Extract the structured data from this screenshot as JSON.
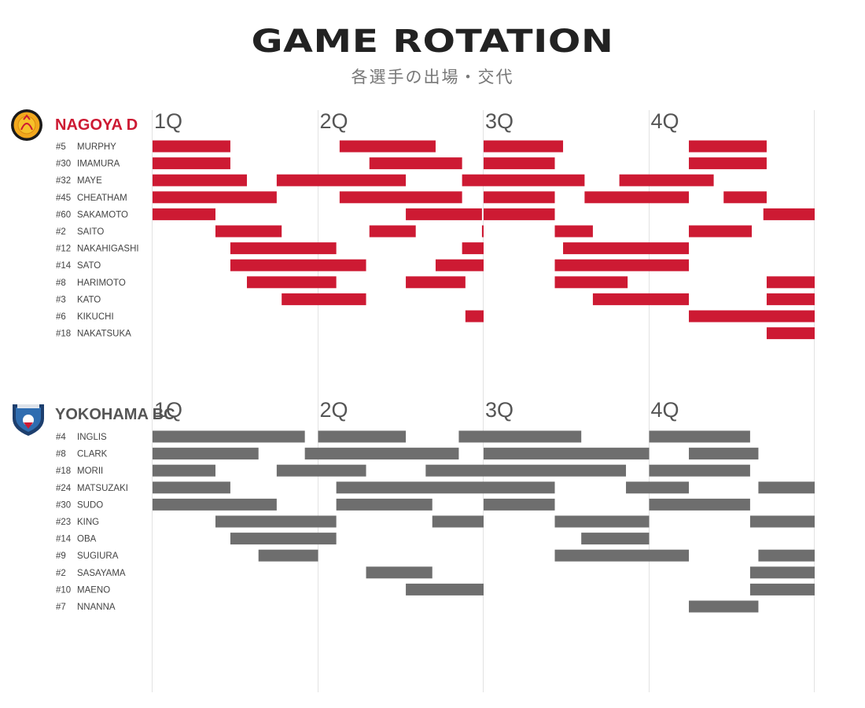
{
  "header": {
    "title": "GAME ROTATION",
    "subtitle": "各選手の出場・交代"
  },
  "colors": {
    "nagoya_bar": "#cd1a33",
    "yokohama_bar": "#6e6e6e",
    "team_name_nagoya": "#cd1a33",
    "team_name_yokohama": "#555555",
    "gridline": "#e2e2e2"
  },
  "icons": {
    "nagoya_logo": "nagoya-diamond-dolphins-logo",
    "yokohama_logo": "yokohama-b-corsairs-logo"
  },
  "chart_data": [
    {
      "type": "gantt",
      "team": "NAGOYA D",
      "x_unit": "game minutes",
      "xlim": [
        0,
        40
      ],
      "quarter_labels": [
        "1Q",
        "2Q",
        "3Q",
        "4Q"
      ],
      "quarter_starts": [
        0,
        10,
        20,
        30
      ],
      "grid": true,
      "players": [
        {
          "number": "#5",
          "name": "MURPHY",
          "stints": [
            [
              0,
              4.7
            ],
            [
              11.3,
              17.1
            ],
            [
              20.0,
              24.8
            ],
            [
              32.4,
              37.1
            ]
          ]
        },
        {
          "number": "#30",
          "name": "IMAMURA",
          "stints": [
            [
              0,
              4.7
            ],
            [
              13.1,
              18.7
            ],
            [
              20.0,
              24.3
            ],
            [
              32.4,
              37.1
            ]
          ]
        },
        {
          "number": "#32",
          "name": "MAYE",
          "stints": [
            [
              0,
              5.7
            ],
            [
              7.5,
              15.3
            ],
            [
              18.7,
              26.1
            ],
            [
              28.2,
              33.9
            ]
          ]
        },
        {
          "number": "#45",
          "name": "CHEATHAM",
          "stints": [
            [
              0,
              7.5
            ],
            [
              11.3,
              18.7
            ],
            [
              20.0,
              24.3
            ],
            [
              26.1,
              32.4
            ],
            [
              34.5,
              37.1
            ]
          ]
        },
        {
          "number": "#60",
          "name": "SAKAMOTO",
          "stints": [
            [
              0,
              3.8
            ],
            [
              15.3,
              19.9
            ],
            [
              20.0,
              24.3
            ],
            [
              36.9,
              40.0
            ]
          ]
        },
        {
          "number": "#2",
          "name": "SAITO",
          "stints": [
            [
              3.8,
              7.8
            ],
            [
              13.1,
              15.9
            ],
            [
              19.9,
              20.0
            ],
            [
              24.3,
              26.6
            ],
            [
              32.4,
              36.2
            ]
          ]
        },
        {
          "number": "#12",
          "name": "NAKAHIGASHI",
          "stints": [
            [
              4.7,
              11.1
            ],
            [
              18.7,
              20.0
            ],
            [
              24.8,
              32.4
            ]
          ]
        },
        {
          "number": "#14",
          "name": "SATO",
          "stints": [
            [
              4.7,
              12.9
            ],
            [
              17.1,
              20.0
            ],
            [
              24.3,
              32.4
            ]
          ]
        },
        {
          "number": "#8",
          "name": "HARIMOTO",
          "stints": [
            [
              5.7,
              11.1
            ],
            [
              15.3,
              18.9
            ],
            [
              24.3,
              28.7
            ],
            [
              37.1,
              40.0
            ]
          ]
        },
        {
          "number": "#3",
          "name": "KATO",
          "stints": [
            [
              7.8,
              12.9
            ],
            [
              26.6,
              32.4
            ],
            [
              37.1,
              40.0
            ]
          ]
        },
        {
          "number": "#6",
          "name": "KIKUCHI",
          "stints": [
            [
              18.9,
              20.0
            ],
            [
              32.4,
              40.0
            ]
          ]
        },
        {
          "number": "#18",
          "name": "NAKATSUKA",
          "stints": [
            [
              37.1,
              40.0
            ]
          ]
        }
      ]
    },
    {
      "type": "gantt",
      "team": "YOKOHAMA BC",
      "x_unit": "game minutes",
      "xlim": [
        0,
        40
      ],
      "quarter_labels": [
        "1Q",
        "2Q",
        "3Q",
        "4Q"
      ],
      "quarter_starts": [
        0,
        10,
        20,
        30
      ],
      "grid": true,
      "players": [
        {
          "number": "#4",
          "name": "INGLIS",
          "stints": [
            [
              0,
              9.2
            ],
            [
              10.0,
              15.3
            ],
            [
              18.5,
              25.9
            ],
            [
              30.0,
              36.1
            ]
          ]
        },
        {
          "number": "#8",
          "name": "CLARK",
          "stints": [
            [
              0,
              6.4
            ],
            [
              9.2,
              18.5
            ],
            [
              20.0,
              30.0
            ],
            [
              32.4,
              36.6
            ]
          ]
        },
        {
          "number": "#18",
          "name": "MORII",
          "stints": [
            [
              0,
              3.8
            ],
            [
              7.5,
              12.9
            ],
            [
              16.5,
              28.6
            ],
            [
              30.0,
              36.1
            ]
          ]
        },
        {
          "number": "#24",
          "name": "MATSUZAKI",
          "stints": [
            [
              0,
              4.7
            ],
            [
              11.1,
              24.3
            ],
            [
              28.6,
              32.4
            ],
            [
              36.6,
              40.0
            ]
          ]
        },
        {
          "number": "#30",
          "name": "SUDO",
          "stints": [
            [
              0,
              7.5
            ],
            [
              11.1,
              16.9
            ],
            [
              20.0,
              24.3
            ],
            [
              30.0,
              36.1
            ]
          ]
        },
        {
          "number": "#23",
          "name": "KING",
          "stints": [
            [
              3.8,
              11.1
            ],
            [
              16.9,
              20.0
            ],
            [
              24.3,
              30.0
            ],
            [
              36.1,
              40.0
            ]
          ]
        },
        {
          "number": "#14",
          "name": "OBA",
          "stints": [
            [
              4.7,
              11.1
            ],
            [
              25.9,
              30.0
            ]
          ]
        },
        {
          "number": "#9",
          "name": "SUGIURA",
          "stints": [
            [
              6.4,
              10.0
            ],
            [
              24.3,
              32.4
            ],
            [
              36.6,
              40.0
            ]
          ]
        },
        {
          "number": "#2",
          "name": "SASAYAMA",
          "stints": [
            [
              12.9,
              16.9
            ],
            [
              36.1,
              40.0
            ]
          ]
        },
        {
          "number": "#10",
          "name": "MAENO",
          "stints": [
            [
              15.3,
              20.0
            ],
            [
              36.1,
              40.0
            ]
          ]
        },
        {
          "number": "#7",
          "name": "NNANNA",
          "stints": [
            [
              32.4,
              36.6
            ]
          ]
        }
      ]
    }
  ]
}
